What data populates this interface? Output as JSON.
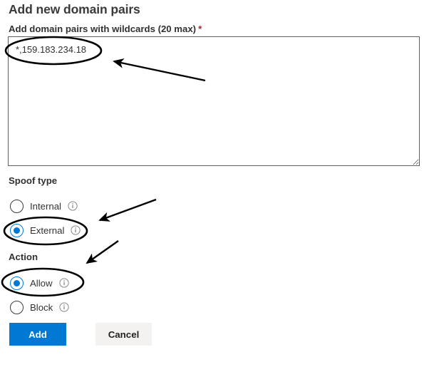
{
  "panel": {
    "title": "Add new domain pairs"
  },
  "domain_field": {
    "label": "Add domain pairs with wildcards (20 max)",
    "required_marker": "*",
    "value": "*,159.183.234.18",
    "placeholder": ""
  },
  "spoof_type": {
    "label": "Spoof type",
    "options": [
      {
        "label": "Internal",
        "selected": false,
        "info_icon": "info-icon"
      },
      {
        "label": "External",
        "selected": true,
        "info_icon": "info-icon"
      }
    ]
  },
  "action": {
    "label": "Action",
    "options": [
      {
        "label": "Allow",
        "selected": true,
        "info_icon": "info-icon"
      },
      {
        "label": "Block",
        "selected": false,
        "info_icon": "info-icon"
      }
    ]
  },
  "buttons": {
    "primary": "Add",
    "secondary": "Cancel"
  },
  "colors": {
    "accent": "#0078d4",
    "required": "#a4262c",
    "text": "#323130",
    "secondary_button_bg": "#f3f2f1",
    "annotation": "#000000"
  },
  "annotations": {
    "ellipses": [
      {
        "target": "domain-textarea-value"
      },
      {
        "target": "external-radio"
      },
      {
        "target": "allow-radio"
      }
    ],
    "arrows": [
      {
        "target": "domain-textarea-value"
      },
      {
        "target": "external-radio"
      },
      {
        "target": "allow-radio"
      }
    ]
  }
}
